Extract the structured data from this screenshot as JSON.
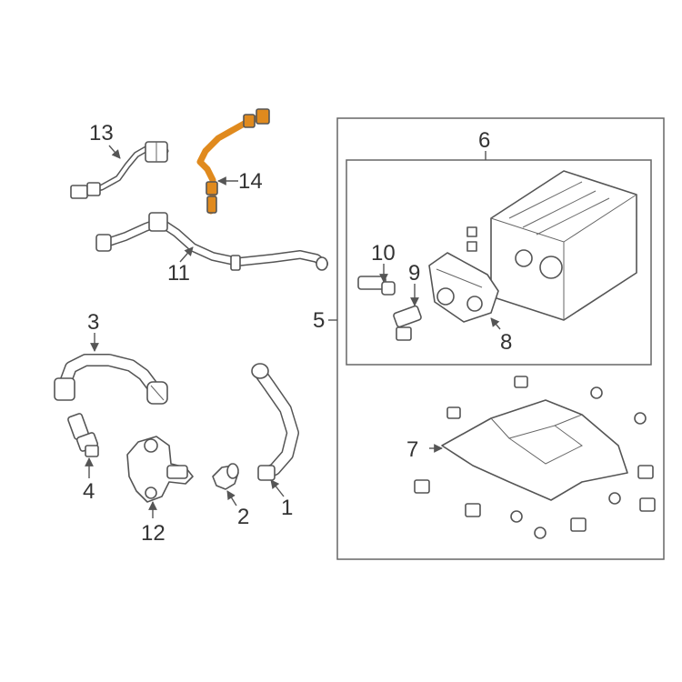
{
  "diagram": {
    "highlight_color": "#e08a1e",
    "line_color": "#555555",
    "callouts": {
      "c1": "1",
      "c2": "2",
      "c3": "3",
      "c4": "4",
      "c5": "5",
      "c6": "6",
      "c7": "7",
      "c8": "8",
      "c9": "9",
      "c10": "10",
      "c11": "11",
      "c12": "12",
      "c13": "13",
      "c14": "14"
    }
  }
}
